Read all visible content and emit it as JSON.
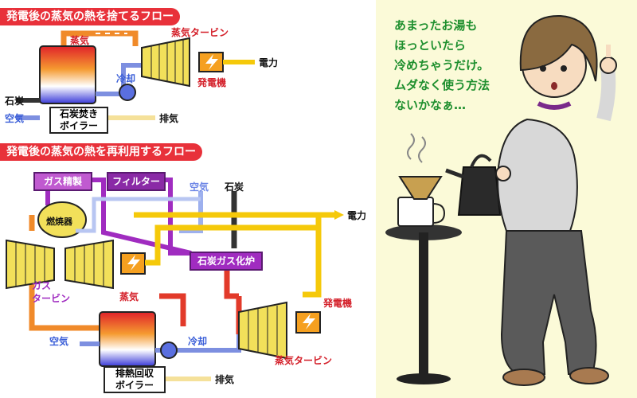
{
  "diagram1": {
    "title": "発電後の蒸気の熱を捨てるフロー",
    "steam": "蒸気",
    "steam_turbine": "蒸気タービン",
    "cooling": "冷却",
    "power": "電力",
    "generator": "発電機",
    "coal": "石炭",
    "air": "空気",
    "boiler_line1": "石炭焚き",
    "boiler_line2": "ボイラー",
    "exhaust": "排気"
  },
  "diagram2": {
    "title": "発電後の蒸気の熱を再利用するフロー",
    "gas_refining": "ガス精製",
    "filter": "フィルター",
    "air_top": "空気",
    "coal": "石炭",
    "combustor": "燃焼器",
    "power": "電力",
    "gas_turbine_line1": "ガス",
    "gas_turbine_line2": "タービン",
    "gasifier": "石炭ガス化炉",
    "steam": "蒸気",
    "generator": "発電機",
    "air_bottom": "空気",
    "cooling": "冷却",
    "steam_turbine": "蒸気タービン",
    "boiler_line1": "排熱回収",
    "boiler_line2": "ボイラー",
    "exhaust": "排気"
  },
  "speech": {
    "line1": "あまったお湯も",
    "line2": "ほっといたら",
    "line3": "冷めちゃうだけ。",
    "line4": "ムダなく使う方法",
    "line5": "ないかなぁ…"
  },
  "colors": {
    "title_red": "#e8313a",
    "steam_orange": "#f08a2a",
    "steam_red": "#e23a2a",
    "yellow_power": "#f5c90a",
    "cooling_blue": "#7d8fe0",
    "coal_dark": "#333333",
    "purple_gas": "#a02cc0",
    "speech_green": "#1e8f2e"
  }
}
